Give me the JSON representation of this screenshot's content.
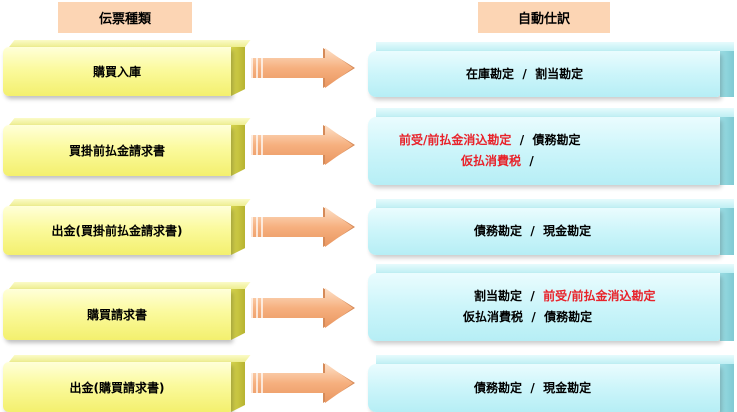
{
  "headers": {
    "left": "伝票種類",
    "right": "自動仕訳"
  },
  "rows": [
    {
      "voucher": "購買入庫",
      "lines": [
        [
          {
            "t": "在庫勘定"
          },
          {
            "t": "  /  "
          },
          {
            "t": "割当勘定"
          }
        ]
      ]
    },
    {
      "voucher": "買掛前払金請求書",
      "lines": [
        [
          {
            "t": "前受/前払金消込勘定",
            "red": true
          },
          {
            "t": "  /  "
          },
          {
            "t": "債務勘定"
          }
        ],
        [
          {
            "t": "仮払消費税",
            "red": true
          },
          {
            "t": "  /"
          }
        ]
      ]
    },
    {
      "voucher": "出金(買掛前払金請求書)",
      "lines": [
        [
          {
            "t": "債務勘定"
          },
          {
            "t": "  /  "
          },
          {
            "t": "現金勘定"
          }
        ]
      ]
    },
    {
      "voucher": "購買請求書",
      "lines": [
        [
          {
            "t": "割当勘定"
          },
          {
            "t": "  /  "
          },
          {
            "t": "前受/前払金消込勘定",
            "red": true
          }
        ],
        [
          {
            "t": "仮払消費税"
          },
          {
            "t": "  /  "
          },
          {
            "t": "債務勘定"
          }
        ]
      ]
    },
    {
      "voucher": "出金(購買請求書)",
      "lines": [
        [
          {
            "t": "債務勘定"
          },
          {
            "t": "  /  "
          },
          {
            "t": "現金勘定"
          }
        ]
      ]
    }
  ],
  "colors": {
    "header_bg": "#fcd5b4",
    "voucher_box": "#f3f06e",
    "journal_box": "#b6eef5",
    "arrow": "#f6b07f",
    "highlight_text": "#e8222a"
  }
}
